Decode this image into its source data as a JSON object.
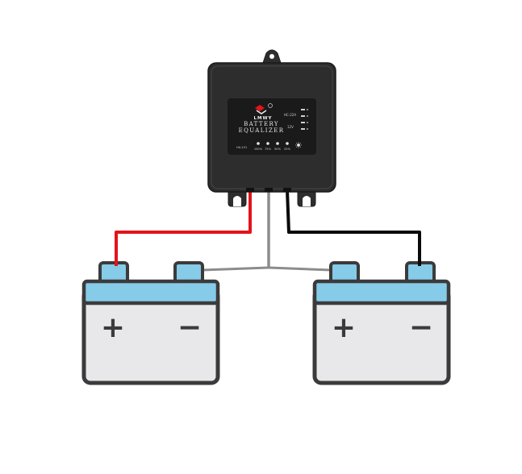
{
  "device": {
    "brand": "LMWY",
    "title_line1": "BATTERY",
    "title_line2": "EQUALIZER",
    "rating": "HC-22A",
    "voltage": "12V",
    "model": "HA-101",
    "levels": [
      "100%",
      "75%",
      "50%",
      "25%"
    ]
  },
  "batteries": [
    {
      "plus_symbol": "+",
      "minus_symbol": "−"
    },
    {
      "plus_symbol": "+",
      "minus_symbol": "−"
    }
  ],
  "colors": {
    "housing": "#2d2d2d",
    "panel": "#1a1a1a",
    "wire_positive": "#e3131b",
    "wire_negative": "#0a0a0a",
    "wire_middle": "#8c8c8c",
    "battery_cap": "#86cbe8",
    "battery_body": "#e8e8ea",
    "battery_outline": "#3b3b3b"
  }
}
